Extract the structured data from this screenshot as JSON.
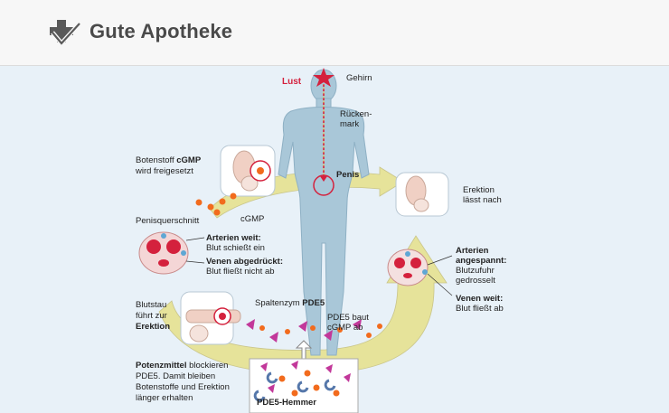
{
  "header": {
    "brand": "Gute Apotheke",
    "logo_icon": "pharmacy-cross-check-icon",
    "brand_color": "#4a4a4a"
  },
  "diagram": {
    "lust": "Lust",
    "gehirn": "Gehirn",
    "rueckenmark_1": "Rücken-",
    "rueckenmark_2": "mark",
    "penis": "Penis",
    "botenstoff_1_prefix": "Botenstoff",
    "botenstoff_1_bold": "cGMP",
    "botenstoff_2": "wird freigesetzt",
    "cgmp": "cGMP",
    "penisquerschnitt": "Penisquerschnitt",
    "arterien_weit": "Arterien weit:",
    "blut_schiesst": "Blut schießt ein",
    "venen_abgedrueckt": "Venen abgedrückt:",
    "blut_fliesst_nicht": "Blut fließt nicht ab",
    "blutstau_1": "Blutstau",
    "blutstau_2": "führt zur",
    "blutstau_3": "Erektion",
    "spaltenzym_prefix": "Spaltenzym",
    "spaltenzym_bold": "PDE5",
    "pde5_baut_1": "PDE5 baut",
    "pde5_baut_2": "cGMP ab",
    "erektion_laesst_1": "Erektion",
    "erektion_laesst_2": "lässt nach",
    "arterien_angespannt_1": "Arterien",
    "arterien_angespannt_2": "angespannt:",
    "blutzufuhr_1": "Blutzufuhr",
    "blutzufuhr_2": "gedrosselt",
    "venen_weit": "Venen weit:",
    "blut_fliesst_ab": "Blut fließt ab",
    "potenzmittel_bold": "Potenzmittel",
    "potenzmittel_1": "blockieren",
    "potenzmittel_2": "PDE5. Damit bleiben",
    "potenzmittel_3": "Botenstoffe und Erektion",
    "potenzmittel_4": "länger erhalten",
    "pde5_hemmer": "PDE5-Hemmer"
  },
  "colors": {
    "arrow_fill": "#e6e39a",
    "skin": "#a9c7d8",
    "accent_red": "#d4213d",
    "orange_dot": "#f26b1d",
    "pink_triangle": "#c2389a",
    "blue_blocker": "#5577aa"
  }
}
